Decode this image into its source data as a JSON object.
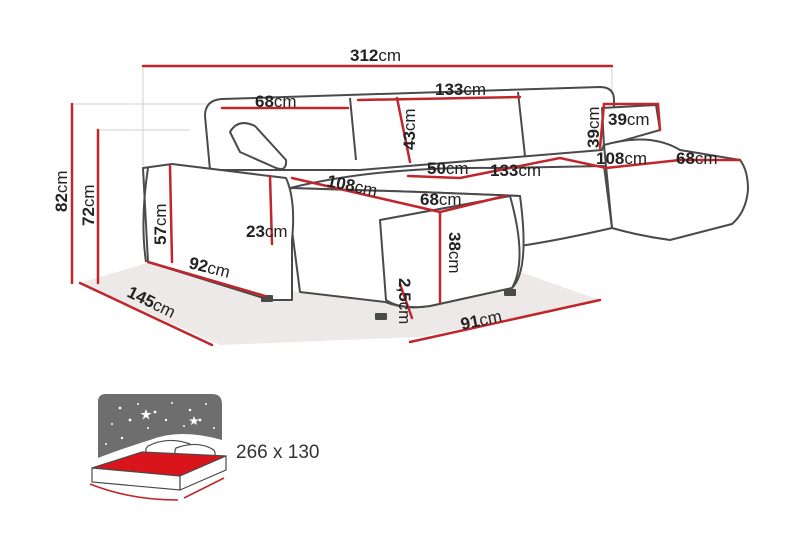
{
  "colors": {
    "measure_line": "#c0262c",
    "outline": "#4a4a4a",
    "shadow": "#e9e4e4",
    "bed_red": "#d9141b",
    "night_sky": "#6e6e6e"
  },
  "dimensions": {
    "total_width": {
      "value": "312",
      "unit": "cm"
    },
    "back_left_width": {
      "value": "68",
      "unit": "cm"
    },
    "back_middle_width": {
      "value": "133",
      "unit": "cm"
    },
    "back_height": {
      "value": "43",
      "unit": "cm"
    },
    "cushion_height": {
      "value": "39",
      "unit": "cm"
    },
    "cushion_width": {
      "value": "39",
      "unit": "cm"
    },
    "seat_depth": {
      "value": "50",
      "unit": "cm"
    },
    "seat_width": {
      "value": "133",
      "unit": "cm"
    },
    "right_chaise_length": {
      "value": "108",
      "unit": "cm"
    },
    "right_chaise_width": {
      "value": "68",
      "unit": "cm"
    },
    "left_chaise_length": {
      "value": "108",
      "unit": "cm"
    },
    "left_chaise_width": {
      "value": "68",
      "unit": "cm"
    },
    "total_height": {
      "value": "82",
      "unit": "cm"
    },
    "back_total_height": {
      "value": "72",
      "unit": "cm"
    },
    "armrest_height": {
      "value": "57",
      "unit": "cm"
    },
    "armrest_width": {
      "value": "23",
      "unit": "cm"
    },
    "seat_height": {
      "value": "38",
      "unit": "cm"
    },
    "leg_height": {
      "value": "2,5",
      "unit": "cm"
    },
    "arm_depth": {
      "value": "92",
      "unit": "cm"
    },
    "total_depth": {
      "value": "145",
      "unit": "cm"
    },
    "chaise_width_bottom": {
      "value": "91",
      "unit": "cm"
    }
  },
  "bed": {
    "icons": [
      "night-sky-icon",
      "stars-icon",
      "pillows-icon",
      "bed-icon"
    ],
    "size_label": "266 x 130"
  }
}
